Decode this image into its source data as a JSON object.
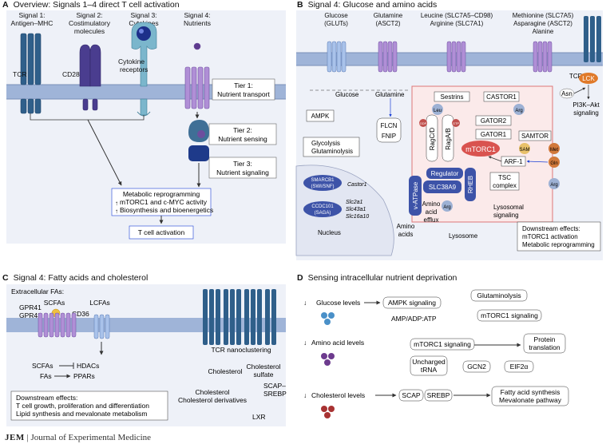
{
  "panelA": {
    "letter": "A",
    "title": "Overview: Signals 1–4 direct T cell activation",
    "signals": [
      {
        "l1": "Signal 1:",
        "l2": "Antigen–MHC"
      },
      {
        "l1": "Signal 2:",
        "l2": "Costimulatory",
        "l3": "molecules"
      },
      {
        "l1": "Signal 3:",
        "l2": "Cytokines"
      },
      {
        "l1": "Signal 4:",
        "l2": "Nutrients"
      }
    ],
    "tcr": "TCR",
    "cd28": "CD28",
    "cytokine_receptors": [
      "Cytokine",
      "receptors"
    ],
    "tiers": [
      {
        "l1": "Tier 1:",
        "l2": "Nutrient transport"
      },
      {
        "l1": "Tier 2:",
        "l2": "Nutrient sensing"
      },
      {
        "l1": "Tier 3:",
        "l2": "Nutrient signaling"
      }
    ],
    "metabolic": [
      "Metabolic reprogramming",
      "mTORC1 and c-MYC activity",
      "Biosynthesis and bioenergetics"
    ],
    "activation": "T cell activation"
  },
  "panelB": {
    "letter": "B",
    "title": "Signal 4: Glucose and amino acids",
    "transporters": [
      {
        "l1": "Glucose",
        "l2": "(GLUTs)"
      },
      {
        "l1": "Glutamine",
        "l2": "(ASCT2)"
      },
      {
        "l1": "Leucine (SLC7A5–CD98)",
        "l2": "Arginine (SLC7A1)"
      },
      {
        "l1": "Methionine (SLC7A5)",
        "l2": "Asparagine (ASCT2)",
        "l3": "Alanine"
      }
    ],
    "tcr": "TCR",
    "lck": "LCK",
    "asn": "Asn",
    "pi3k": [
      "PI3K–Akt",
      "signaling"
    ],
    "glucose": "Glucose",
    "glutamine": "Glutamine",
    "ampk": "AMPK",
    "flcn": "FLCN",
    "fnip": "FNIP",
    "glycolysis": [
      "Glycolysis",
      "Glutaminolysis"
    ],
    "sestrins": "Sestrins",
    "castor1": "CASTOR1",
    "leu": "Leu",
    "arg": "Arg",
    "gator2": "GATOR2",
    "gator1": "GATOR1",
    "samtor": "SAMTOR",
    "sam": "SAM",
    "met": "Met",
    "gln": "Gln",
    "ragcd": "RagC/D",
    "ragab": "RagA/B",
    "gdp": "GDP",
    "gtp": "GTP",
    "mtorc1": "mTORC1",
    "arf1": "ARF-1",
    "regulator": "Regulator",
    "slc38a9": "SLC38A9",
    "rheb": "RHEB",
    "tsc": [
      "TSC",
      "complex"
    ],
    "vatpase": "v-ATPase",
    "aa_efflux": [
      "Amino",
      "acid",
      "efflux"
    ],
    "amino_acids": [
      "Amino",
      "acids"
    ],
    "lysosome": "Lysosome",
    "lysosomal_signaling": [
      "Lysosomal",
      "signaling"
    ],
    "smarcb1": [
      "SMARCB1",
      "(SWI/SNF)"
    ],
    "castor1_gene": "Castor1",
    "cdcd101": [
      "CCDC101",
      "(SAGA)"
    ],
    "genes": [
      "Slc2a1",
      "Slc43a1",
      "Slc16a10"
    ],
    "nucleus": "Nucleus",
    "downstream": [
      "Downstream effects:",
      "mTORC1 activation",
      "Metabolic reprogramming"
    ]
  },
  "panelC": {
    "letter": "C",
    "title": "Signal 4: Fatty acids and cholesterol",
    "extracellular": "Extracellular FAs:",
    "scfas": "SCFAs",
    "lcfas": "LCFAs",
    "gpr41": "GPR41",
    "gpr43": "GPR43",
    "cd36": "CD36",
    "scfas_hdacs": [
      "SCFAs",
      "HDACs"
    ],
    "fas_ppars": [
      "FAs",
      "PPARs"
    ],
    "tcr_nano": "TCR nanoclustering",
    "cholesterol": "Cholesterol",
    "chol_sulfate": [
      "Cholesterol",
      "sulfate"
    ],
    "chol_deriv": [
      "Cholesterol",
      "Cholesterol derivatives"
    ],
    "scap_srebp": [
      "SCAP–",
      "SREBP"
    ],
    "lxr": "LXR",
    "downstream": [
      "Downstream effects:",
      "T cell growth, proliferation and differentiation",
      "Lipid synthesis and mevalonate metabolism"
    ]
  },
  "panelD": {
    "letter": "D",
    "title": "Sensing intracellular nutrient deprivation",
    "glucose_levels": "Glucose levels",
    "ampk_signaling": "AMPK signaling",
    "glutaminolysis": "Glutaminolysis",
    "mtorc1_signaling": "mTORC1 signaling",
    "amp_ratio": "AMP/ADP:ATP",
    "aa_levels": "Amino acid levels",
    "mtorc1_signaling2": "mTORC1 signaling",
    "protein_translation": [
      "Protein",
      "translation"
    ],
    "uncharged_trna": [
      "Uncharged",
      "tRNA"
    ],
    "gcn2": "GCN2",
    "eif2a": "EIF2α",
    "chol_levels": "Cholesterol levels",
    "scap": "SCAP",
    "srebp": "SREBP",
    "fa_synthesis": [
      "Fatty acid synthesis",
      "Mevalonate pathway"
    ]
  },
  "footer": {
    "logo": "JEM",
    "journal": "Journal of Experimental Medicine"
  }
}
